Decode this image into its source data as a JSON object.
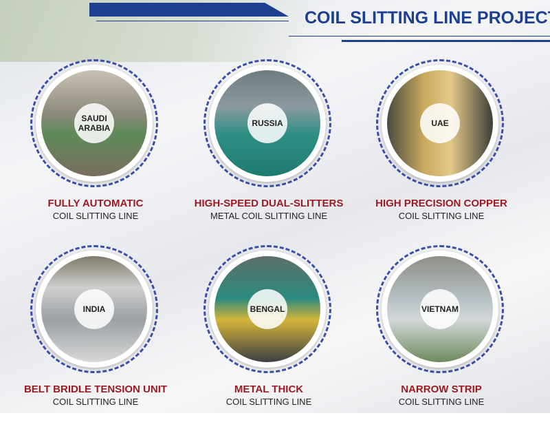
{
  "header": {
    "title": "COIL SLITTING LINE PROJECT",
    "accent": "#1c3f8f"
  },
  "items": [
    {
      "location": "SAUDI\nARABIA",
      "title": "FULLY AUTOMATIC",
      "subtitle": "COIL SLITTING LINE"
    },
    {
      "location": "RUSSIA",
      "title": "HIGH-SPEED DUAL-SLITTERS",
      "subtitle": "METAL COIL SLITTING LINE"
    },
    {
      "location": "UAE",
      "title": "HIGH PRECISION COPPER",
      "subtitle": "COIL SLITTING LINE"
    },
    {
      "location": "INDIA",
      "title": "BELT BRIDLE TENSION UNIT",
      "subtitle": "COIL SLITTING LINE"
    },
    {
      "location": "BENGAL",
      "title": "METAL THICK",
      "subtitle": "COIL SLITTING LINE"
    },
    {
      "location": "VIETNAM",
      "title": "NARROW STRIP",
      "subtitle": "COIL SLITTING LINE"
    }
  ],
  "colors": {
    "title_red": "#9a1c22",
    "ring_blue": "#3a4fa8"
  }
}
